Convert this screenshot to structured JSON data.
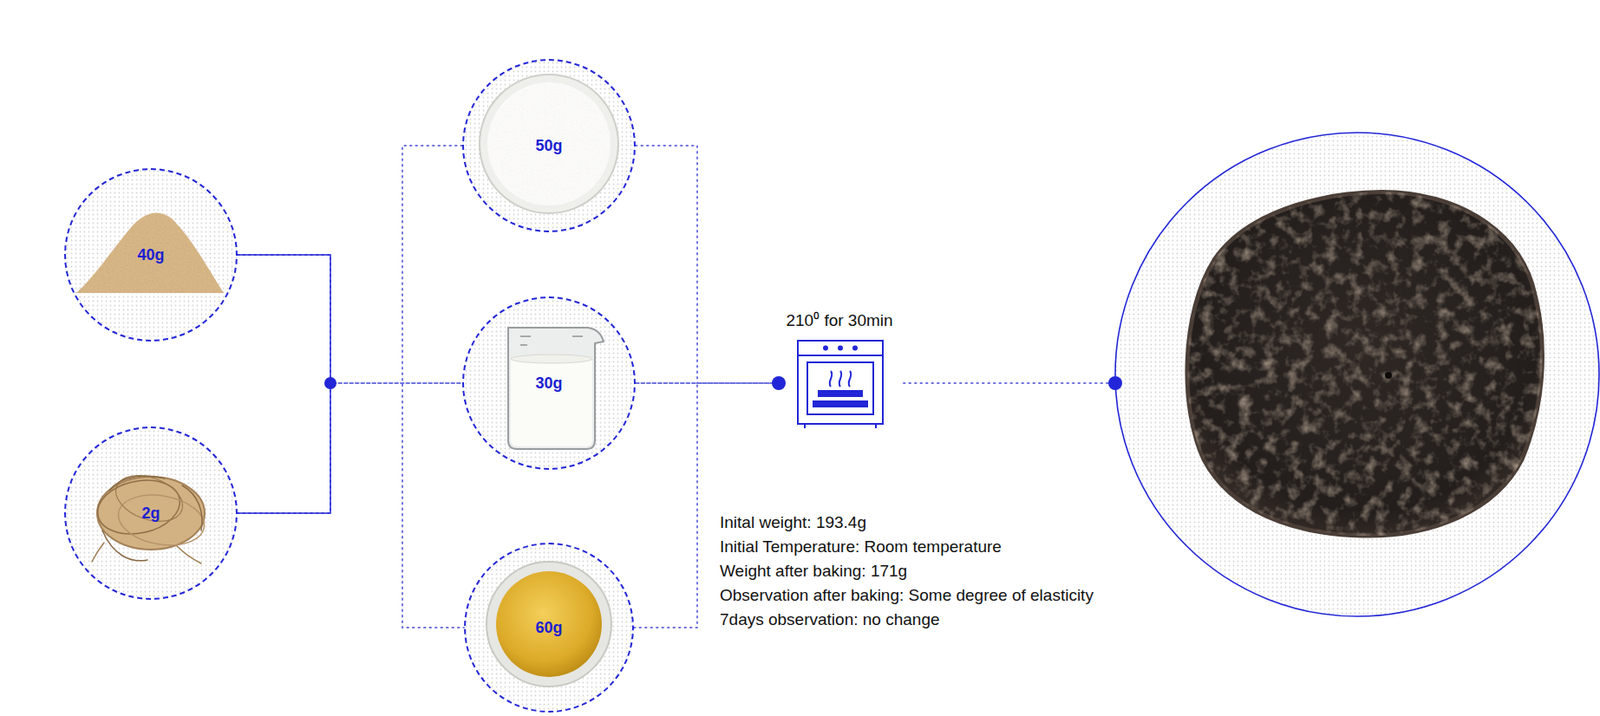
{
  "diagram": {
    "nodes": [
      {
        "text": [
          "40g"
        ]
      },
      {
        "text": [
          "2g"
        ]
      },
      {
        "text": [
          "50g"
        ]
      },
      {
        "text": [
          "30g"
        ]
      },
      {
        "text": [
          "60g"
        ]
      },
      {
        "text": [
          "210⁰ for 30min"
        ]
      }
    ],
    "edges": [
      {
        "from": 0,
        "to": 5,
        "arrow": "none"
      },
      {
        "from": 1,
        "to": 5,
        "arrow": "none"
      },
      {
        "from": 2,
        "to": 5,
        "arrow": "none"
      },
      {
        "from": 3,
        "to": 5,
        "arrow": "none"
      },
      {
        "from": 4,
        "to": 5,
        "arrow": "none"
      }
    ],
    "labels": [
      "Inital weight: 193.4g",
      "Initial Temperature: Room temperature",
      "Weight after baking:  171g",
      "Observation after baking: Some degree of elasticity",
      "7days observation: no change"
    ]
  }
}
